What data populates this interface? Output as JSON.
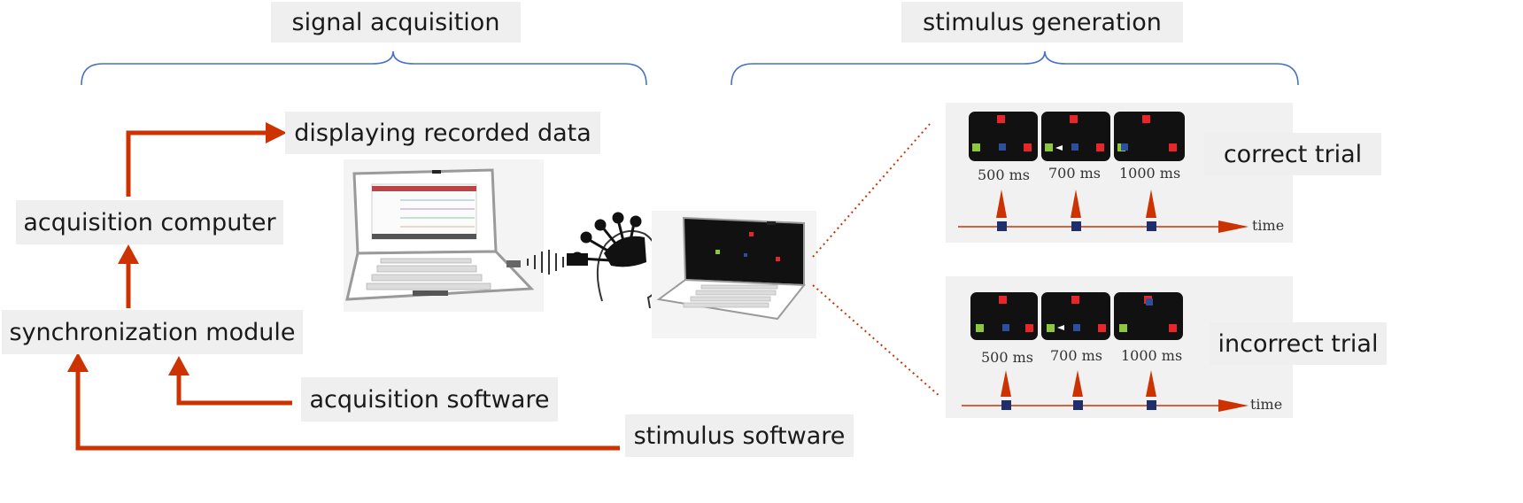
{
  "sections": {
    "left_title": "signal acquisition",
    "right_title": "stimulus generation"
  },
  "labels": {
    "displaying": "displaying recorded data",
    "acq_computer": "acquisition computer",
    "sync_module": "synchronization module",
    "acq_software": "acquisition software",
    "stim_software": "stimulus software"
  },
  "trials": [
    {
      "label": "correct trial",
      "times": [
        "500 ms",
        "700 ms",
        "1000 ms"
      ],
      "axis": "time"
    },
    {
      "label": "incorrect trial",
      "times": [
        "500 ms",
        "700 ms",
        "1000 ms"
      ],
      "axis": "time"
    }
  ],
  "colors": {
    "arrow": "#cc3300",
    "brace": "#4472c4",
    "label_bg": "#efefef",
    "stim_red": "#e8262a",
    "stim_green": "#8dc63f",
    "stim_blue": "#2e4f9c",
    "marker": "#1f2f6b"
  }
}
